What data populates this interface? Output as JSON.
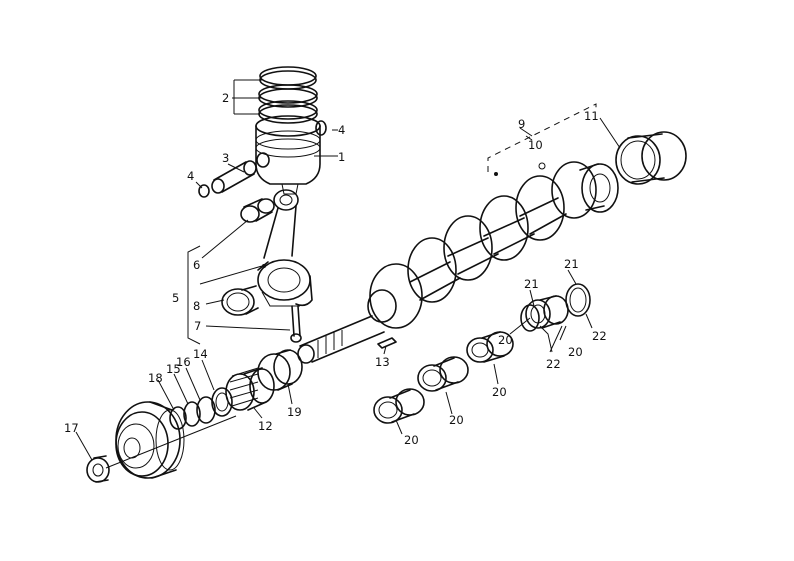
{
  "diagram": {
    "labels": {
      "l1": "1",
      "l2": "2",
      "l3": "3",
      "l4a": "4",
      "l4b": "4",
      "l5": "5",
      "l6": "6",
      "l7": "7",
      "l8": "8",
      "l9": "9",
      "l10": "10",
      "l11": "11",
      "l12": "12",
      "l13": "13",
      "l14": "14",
      "l15": "15",
      "l16": "16",
      "l17": "17",
      "l18": "18",
      "l19": "19",
      "l20a": "20",
      "l20b": "20",
      "l20c": "20",
      "l20d": "20",
      "l20e": "20",
      "l21a": "21",
      "l21b": "21",
      "l22a": "22",
      "l22b": "22"
    }
  }
}
